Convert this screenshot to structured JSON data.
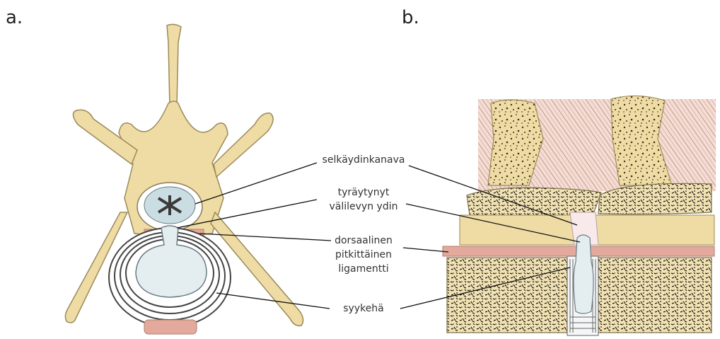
{
  "panels": {
    "a": "a.",
    "b": "b."
  },
  "callouts": {
    "spinal_canal": "selkäydinkanava",
    "herniated_nucleus_1": "tyräytynyt",
    "herniated_nucleus_2": "välilevyn ydin",
    "ligament_1": "dorsaalinen",
    "ligament_2": "pitkittäinen",
    "ligament_3": "ligamentti",
    "annulus": "syykehä"
  },
  "colors": {
    "bone": "#efdca4",
    "bone_outline": "#9a8a5a",
    "ligament": "#e3a99c",
    "nucleus": "#e4edf0",
    "rings": "#555555",
    "leader": "#111111"
  }
}
